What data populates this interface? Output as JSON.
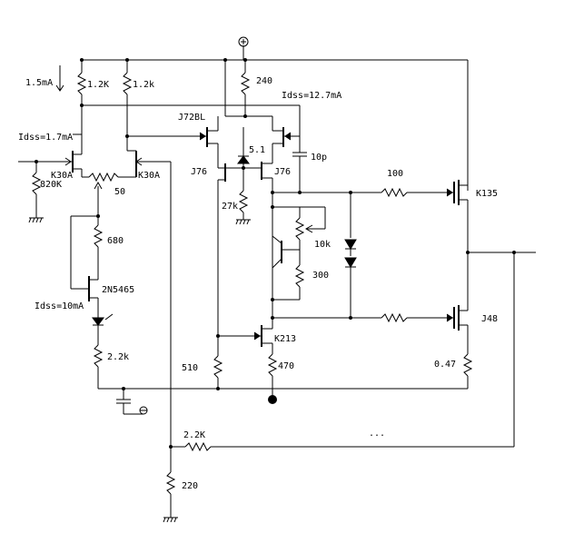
{
  "labels": {
    "i_15ma": "1.5mA",
    "r_1k2_a": "1.2K",
    "r_1k2_b": "1.2k",
    "idss_17": "Idss=1.7mA",
    "k30a_left": "K30A",
    "r_820k": "820K",
    "k30a_right": "K30A",
    "pot_50": "50",
    "r_680": "680",
    "q_2n5465": "2N5465",
    "idss_10": "Idss=10mA",
    "r_22k_a": "2.2k",
    "r_510": "510",
    "j72bl": "J72BL",
    "r_240": "240",
    "idss_127": "Idss=12.7mA",
    "z_51": "5.1",
    "c_10p": "10p",
    "j76_left": "J76",
    "j76_right": "J76",
    "r_27k": "27k",
    "r_100": "100",
    "k135": "K135",
    "pot_10k": "10k",
    "r_300": "300",
    "k213": "K213",
    "r_470": "470",
    "j48": "J48",
    "r_047": "0.47",
    "r_22k_fb": "2.2K",
    "r_220": "220",
    "dots": "..."
  },
  "icons": {
    "ground": "ground-icon",
    "positive_rail": "positive-rail-icon",
    "input_terminal": "signal-terminal-icon"
  },
  "colors": {
    "line": "#000000",
    "background": "#ffffff"
  }
}
